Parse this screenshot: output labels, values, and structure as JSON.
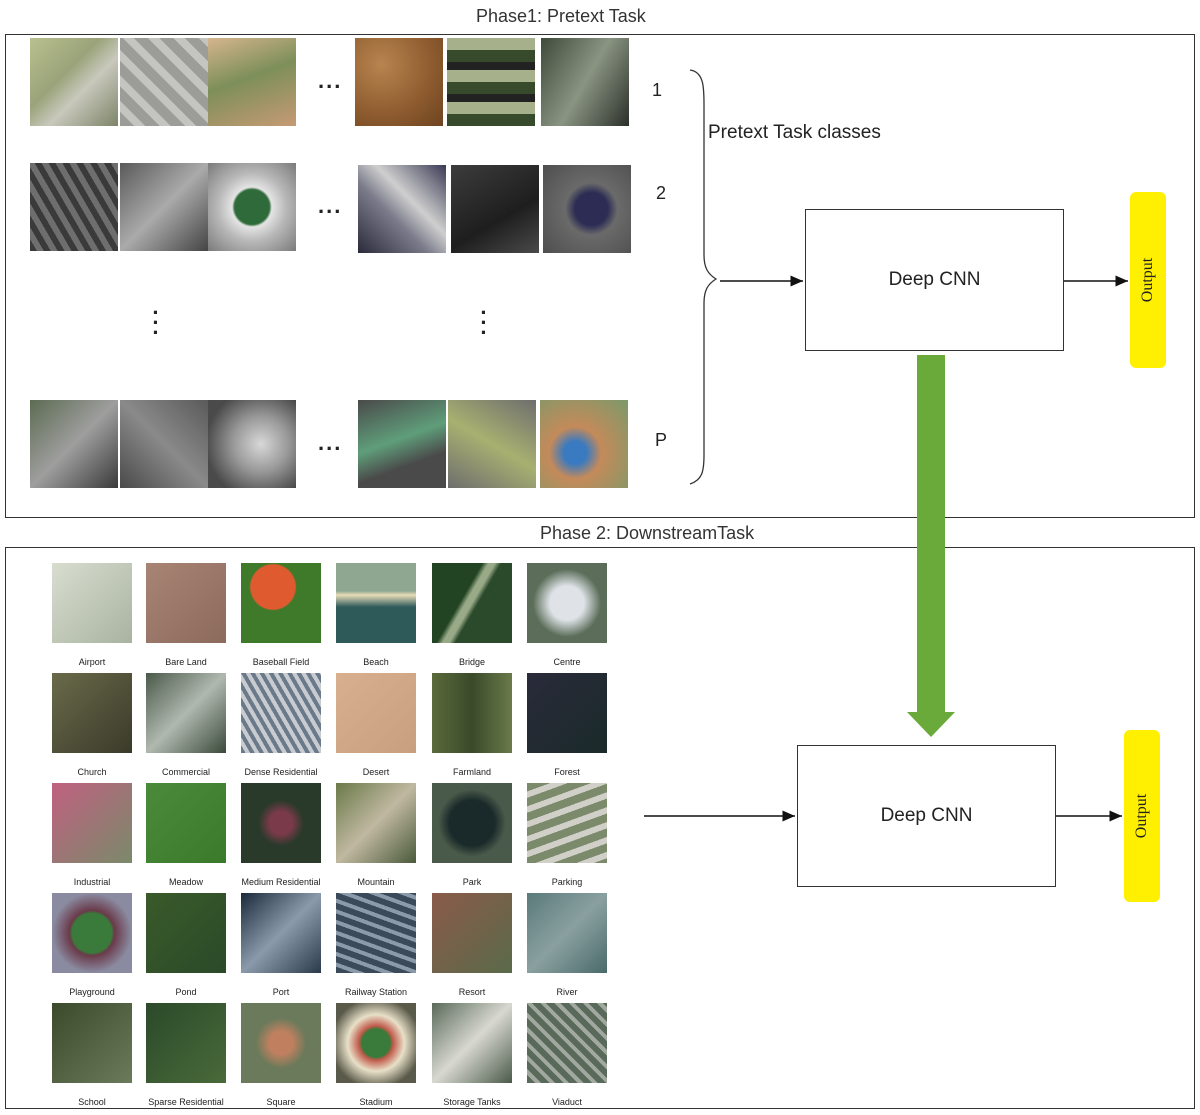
{
  "phase1": {
    "title": "Phase1: Pretext Task",
    "ellipsis": "...",
    "row_labels": [
      "1",
      "2",
      "P"
    ],
    "classes_label": "Pretext Task classes",
    "cnn_label": "Deep CNN",
    "output_label": "Output"
  },
  "phase2": {
    "title": "Phase 2: DownstreamTask",
    "cnn_label": "Deep CNN",
    "output_label": "Output",
    "classes": [
      "Airport",
      "Bare Land",
      "Baseball Field",
      "Beach",
      "Bridge",
      "Centre",
      "Church",
      "Commercial",
      "Dense Residential",
      "Desert",
      "Farmland",
      "Forest",
      "Industrial",
      "Meadow",
      "Medium Residential",
      "Mountain",
      "Park",
      "Parking",
      "Playground",
      "Pond",
      "Port",
      "Railway Station",
      "Resort",
      "River",
      "School",
      "Sparse Residential",
      "Square",
      "Stadium",
      "Storage Tanks",
      "Viaduct"
    ]
  },
  "colors": {
    "output_fill": "#ffef00",
    "transfer_arrow": "#6aaa3a",
    "frame": "#333333"
  }
}
